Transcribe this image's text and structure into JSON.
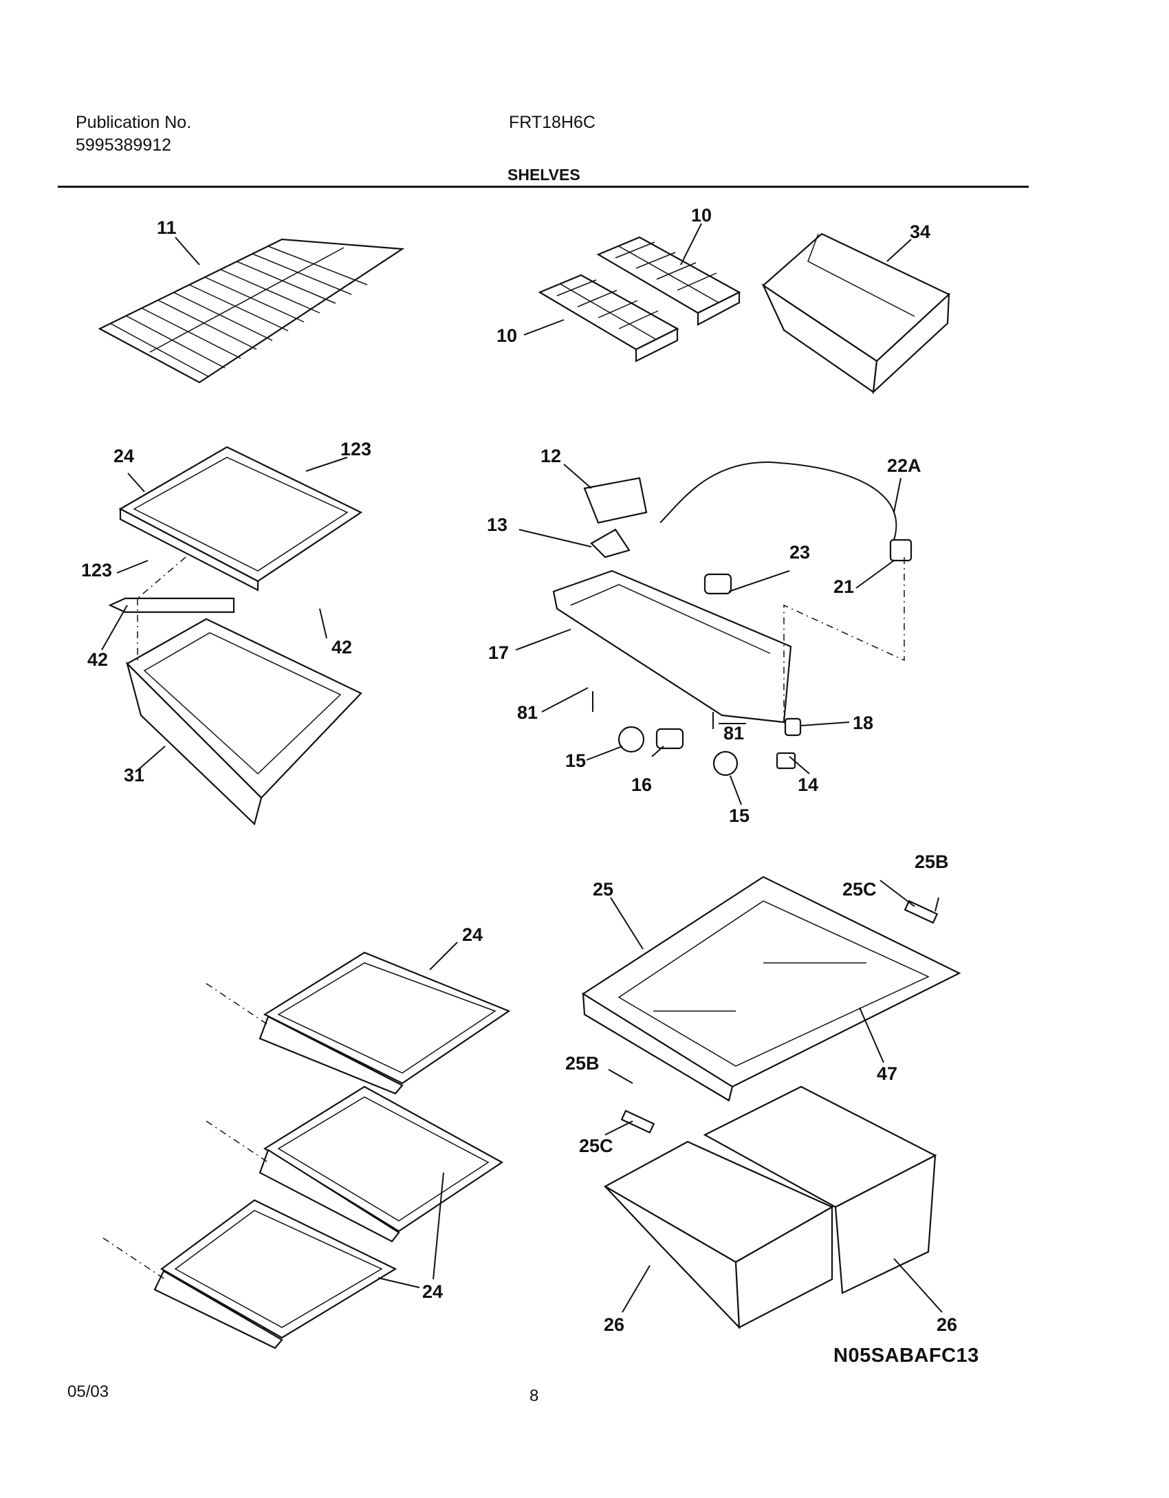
{
  "header": {
    "publication_label": "Publication No.",
    "publication_number": "5995389912",
    "model": "FRT18H6C",
    "section_title": "SHELVES"
  },
  "footer": {
    "date": "05/03",
    "page_number": "8",
    "diagram_code": "N05SABAFC13"
  },
  "callouts": {
    "c11": "11",
    "c10a": "10",
    "c10b": "10",
    "c34": "34",
    "c24a": "24",
    "c123a": "123",
    "c123b": "123",
    "c42a": "42",
    "c42b": "42",
    "c31": "31",
    "c12": "12",
    "c13": "13",
    "c22a": "22A",
    "c23": "23",
    "c21": "21",
    "c17": "17",
    "c81a": "81",
    "c81b": "81",
    "c18": "18",
    "c15a": "15",
    "c16": "16",
    "c14": "14",
    "c15b": "15",
    "c24b": "24",
    "c24c": "24",
    "c25": "25",
    "c25c_top": "25C",
    "c25b_top": "25B",
    "c47": "47",
    "c25b_bot": "25B",
    "c25c_bot": "25C",
    "c26a": "26",
    "c26b": "26"
  }
}
